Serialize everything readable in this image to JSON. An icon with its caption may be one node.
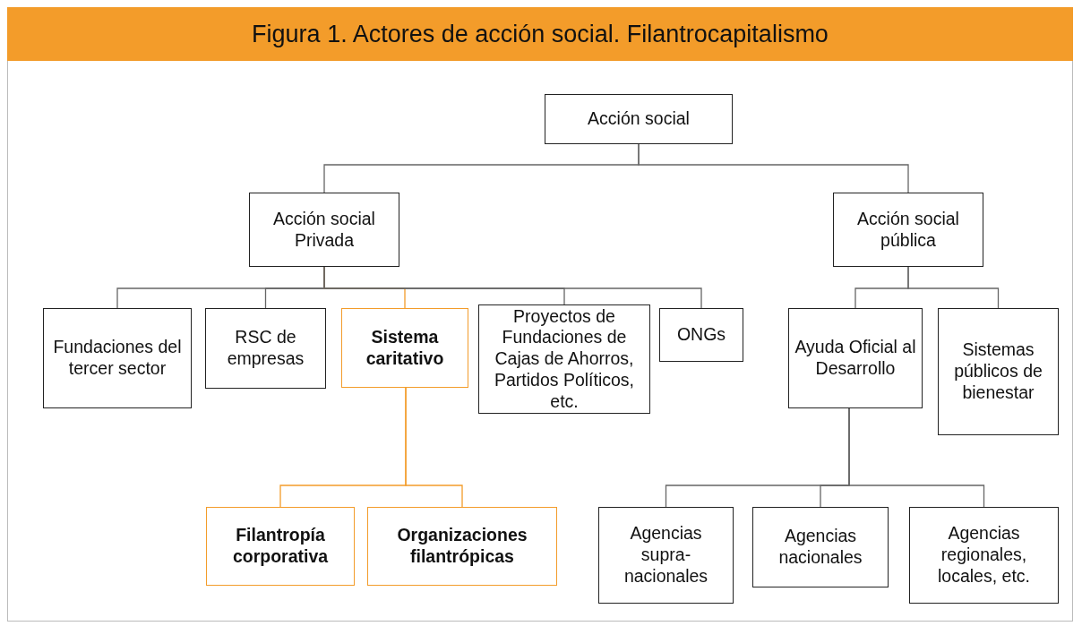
{
  "diagram": {
    "title": "Figura 1. Actores de acción social. Filantrocapitalismo",
    "nodes": [
      {
        "text": [
          "Acción social"
        ]
      },
      {
        "text": [
          "Acción social Privada"
        ]
      },
      {
        "text": [
          "Acción social pública"
        ]
      },
      {
        "text": [
          "Fundaciones del tercer sector"
        ]
      },
      {
        "text": [
          "RSC de empresas"
        ]
      },
      {
        "text": [
          "Sistema caritativo"
        ]
      },
      {
        "text": [
          "Proyectos de Fundaciones de Cajas de Ahorros, Partidos Políticos, etc."
        ]
      },
      {
        "text": [
          "ONGs"
        ]
      },
      {
        "text": [
          "Ayuda Oficial al Desarrollo"
        ]
      },
      {
        "text": [
          "Sistemas públicos de bienestar"
        ]
      },
      {
        "text": [
          "Filantropía corporativa"
        ]
      },
      {
        "text": [
          "Organizaciones filantrópicas"
        ]
      },
      {
        "text": [
          "Agencias supra-nacionales"
        ]
      },
      {
        "text": [
          "Agencias nacionales"
        ]
      },
      {
        "text": [
          "Agencias regionales, locales, etc."
        ]
      }
    ],
    "edges": [
      {
        "from": 0,
        "to": 1,
        "arrow": "none"
      },
      {
        "from": 0,
        "to": 2,
        "arrow": "none"
      },
      {
        "from": 1,
        "to": 3,
        "arrow": "none"
      },
      {
        "from": 1,
        "to": 4,
        "arrow": "none"
      },
      {
        "from": 1,
        "to": 5,
        "arrow": "none",
        "color": "#f39c2a"
      },
      {
        "from": 1,
        "to": 6,
        "arrow": "none"
      },
      {
        "from": 1,
        "to": 7,
        "arrow": "none"
      },
      {
        "from": 2,
        "to": 8,
        "arrow": "none"
      },
      {
        "from": 2,
        "to": 9,
        "arrow": "none"
      },
      {
        "from": 5,
        "to": 10,
        "arrow": "none",
        "color": "#f39c2a"
      },
      {
        "from": 5,
        "to": 11,
        "arrow": "none",
        "color": "#f39c2a"
      },
      {
        "from": 8,
        "to": 12,
        "arrow": "none"
      },
      {
        "from": 8,
        "to": 13,
        "arrow": "none"
      },
      {
        "from": 8,
        "to": 14,
        "arrow": "none"
      }
    ]
  }
}
